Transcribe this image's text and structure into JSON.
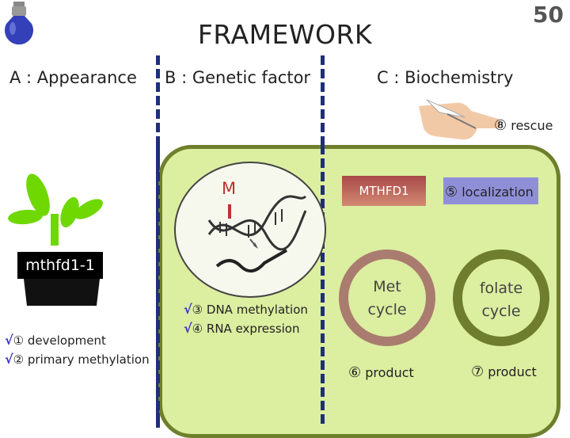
{
  "title": "FRAMEWORK",
  "page_number": "50",
  "columns": {
    "a": "A : Appearance",
    "b": "B : Genetic factor",
    "c": "C : Biochemistry"
  },
  "plant": {
    "mutant_label": "mthfd1-1",
    "items": [
      {
        "mark": "√",
        "num": "①",
        "text": "development"
      },
      {
        "mark": "√",
        "num": "②",
        "text": "primary methylation"
      }
    ]
  },
  "genetic": {
    "mutation_mark": "M",
    "items": [
      {
        "mark": "√",
        "num": "③",
        "text": "DNA methylation"
      },
      {
        "mark": "√",
        "num": "④",
        "text": "RNA expression"
      }
    ]
  },
  "biochem": {
    "enzyme": "MTHFD1",
    "localization": {
      "num": "⑤",
      "text": "localization"
    },
    "rescue": {
      "num": "⑧",
      "text": "rescue"
    },
    "met_cycle": [
      "Met",
      "cycle"
    ],
    "folate_cycle": [
      "folate",
      "cycle"
    ],
    "met_product": {
      "num": "⑥",
      "text": "product"
    },
    "folate_product": {
      "num": "⑦",
      "text": "product"
    }
  }
}
